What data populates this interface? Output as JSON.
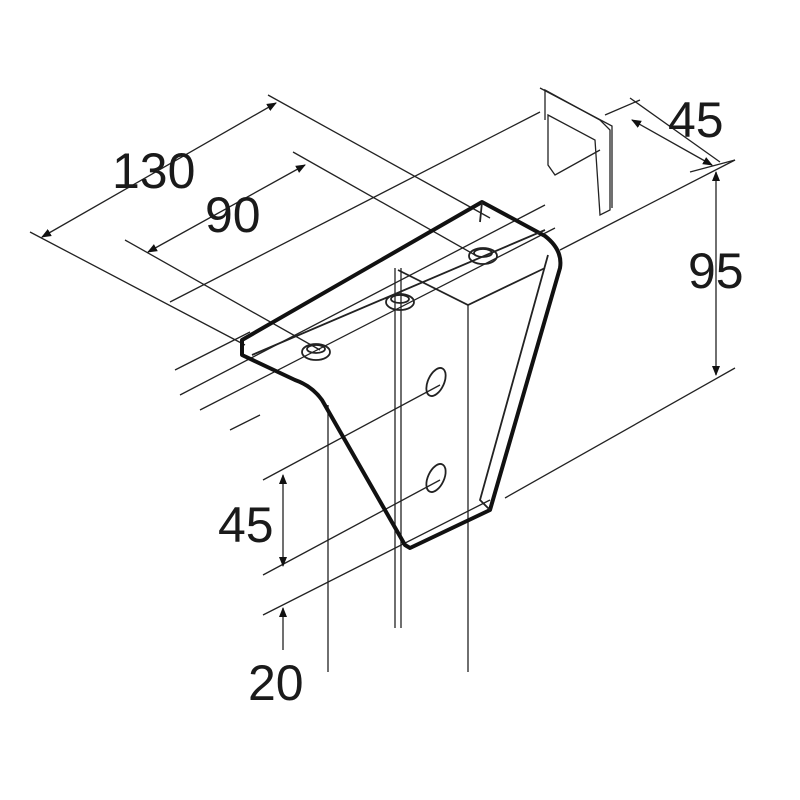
{
  "drawing": {
    "subject": "bracket",
    "dimensions": {
      "overall_length": "130",
      "hole_spacing_top": "90",
      "channel_width": "45",
      "height": "95",
      "hole_spacing_side": "45",
      "edge_offset": "20"
    }
  }
}
